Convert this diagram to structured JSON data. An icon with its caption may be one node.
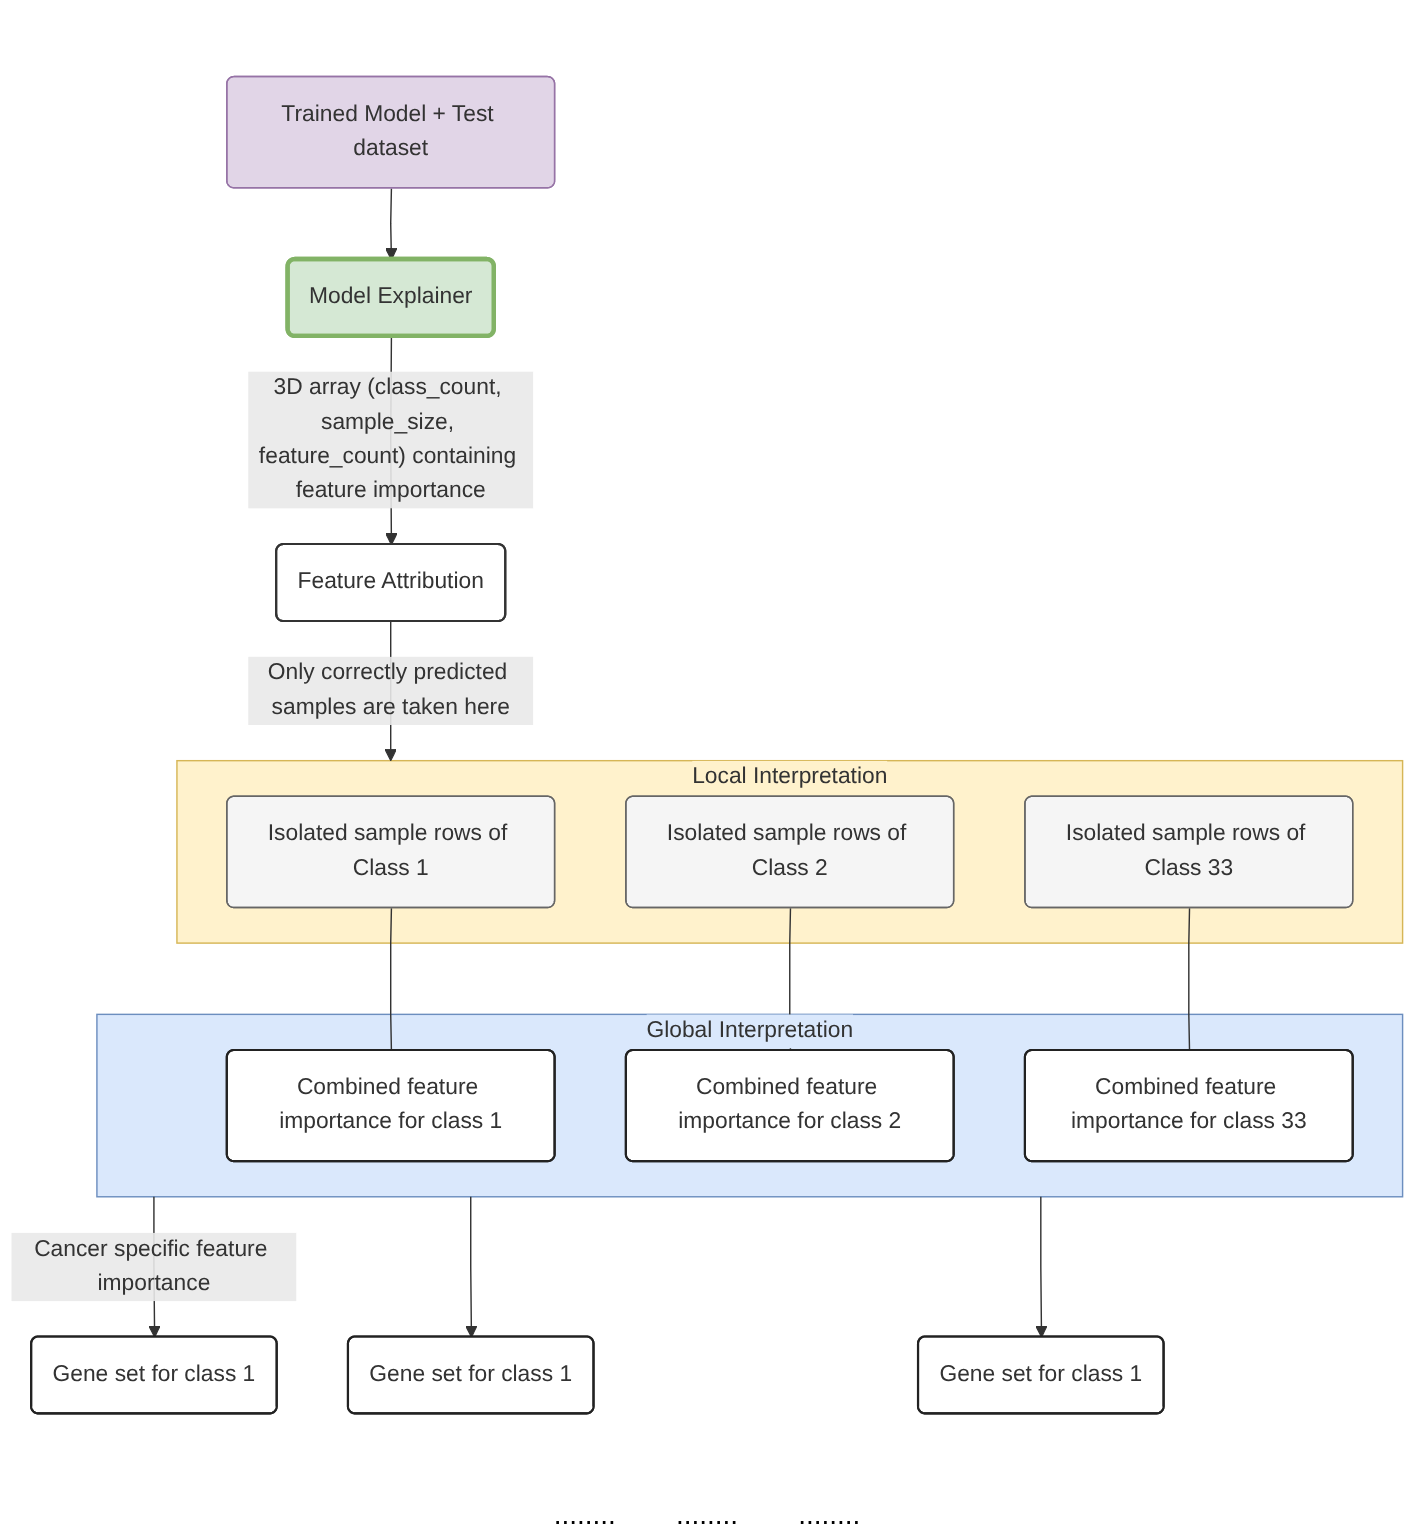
{
  "diagram": {
    "nodes": [
      {
        "text": [
          "Trained Model + Test dataset"
        ]
      },
      {
        "text": [
          "Model Explainer"
        ]
      },
      {
        "text": [
          "Feature Attribution"
        ]
      },
      {
        "text": [
          "Local Interpretation"
        ]
      },
      {
        "text": [
          "Isolated sample rows of Class 1"
        ],
        "in": 3
      },
      {
        "text": [
          "Isolated sample rows of Class 2"
        ],
        "in": 3
      },
      {
        "text": [
          "Isolated sample rows of Class 33"
        ],
        "in": 3
      },
      {
        "text": [
          "Global Interpretation"
        ]
      },
      {
        "text": [
          "Combined feature importance for class 1"
        ],
        "in": 7
      },
      {
        "text": [
          "Combined feature importance for class 2"
        ],
        "in": 7
      },
      {
        "text": [
          "Combined feature importance for class 33"
        ],
        "in": 7
      },
      {
        "text": [
          "Gene set for class 1"
        ]
      },
      {
        "text": [
          "Gene set for class 1"
        ]
      },
      {
        "text": [
          "Gene set for class 1"
        ]
      }
    ],
    "edges": [
      {
        "from": 0,
        "to": 1,
        "arrow": "to"
      },
      {
        "from": 1,
        "to": 2,
        "arrow": "to",
        "label": "3D array (class_count, sample_size, feature_count) containing feature importance"
      },
      {
        "from": 2,
        "to": 3,
        "arrow": "to",
        "label": "Only correctly predicted samples are taken here"
      },
      {
        "from": 4,
        "to": 8,
        "arrow": "none"
      },
      {
        "from": 5,
        "to": 9,
        "arrow": "none"
      },
      {
        "from": 6,
        "to": 10,
        "arrow": "none"
      },
      {
        "from": 7,
        "to": 11,
        "arrow": "to",
        "label": "Cancer specific feature importance"
      },
      {
        "from": 7,
        "to": 12,
        "arrow": "to"
      },
      {
        "from": 7,
        "to": 13,
        "arrow": "to"
      }
    ],
    "labels": [
      "........",
      "........",
      "........"
    ]
  }
}
